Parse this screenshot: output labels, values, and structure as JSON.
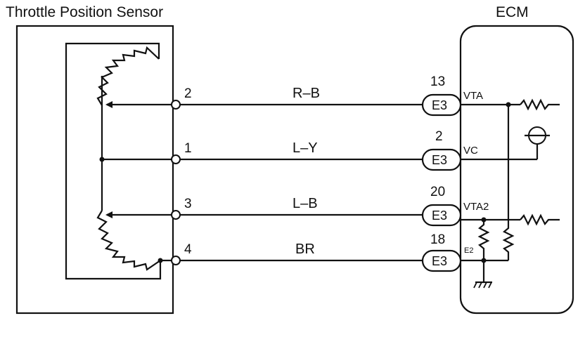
{
  "titles": {
    "sensor": "Throttle Position Sensor",
    "ecm": "ECM"
  },
  "rows": [
    {
      "sensor_pin": "2",
      "wire": "R–B",
      "ecm_pin": "13",
      "connector": "E3",
      "signal": "VTA"
    },
    {
      "sensor_pin": "1",
      "wire": "L–Y",
      "ecm_pin": "2",
      "connector": "E3",
      "signal": "VC"
    },
    {
      "sensor_pin": "3",
      "wire": "L–B",
      "ecm_pin": "20",
      "connector": "E3",
      "signal": "VTA2"
    },
    {
      "sensor_pin": "4",
      "wire": "BR",
      "ecm_pin": "18",
      "connector": "E3",
      "signal": "E2"
    }
  ]
}
